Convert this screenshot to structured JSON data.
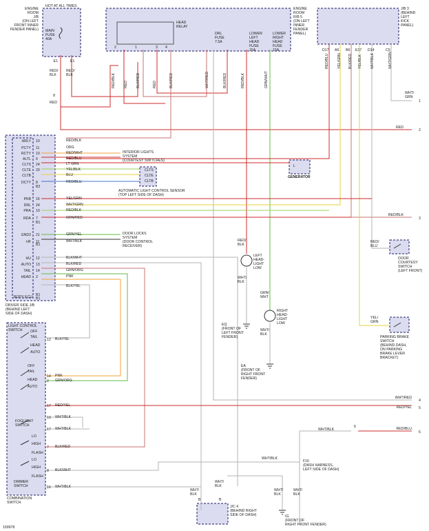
{
  "diagram_id": "159978",
  "colors": {
    "red": "#cc2a2a",
    "gray": "#b3b3b3",
    "orange": "#f2a23a",
    "green": "#66bb44",
    "ltgreen": "#9ad25a",
    "yellow": "#e6d23a",
    "blue": "#3f74c8",
    "black": "#333333",
    "component_fill": "#dcdcf0",
    "component_border": "#1a1a66"
  },
  "top_left": {
    "hot": "HOT AT ALL TIMES",
    "jb_engine_room": [
      "ENGINE",
      "ROOM",
      "J/B",
      "(ON LEFT",
      "FRONT INNER",
      "FENDER PANEL)"
    ],
    "main_fuse": [
      "MAIN",
      "FUSE",
      "40A"
    ],
    "pins": [
      "E1",
      "E1",
      "8"
    ],
    "wires": [
      "RED/BLK",
      "RED/BLK",
      "RED"
    ]
  },
  "top_center": {
    "head_relay": [
      "HEAD",
      "RELAY"
    ],
    "relay_pins": [
      "2",
      "1",
      "3",
      "4"
    ],
    "jb_engine_room": [
      "ENGINE",
      "ROOM",
      "R/B 5",
      "(ON LEFT",
      "INNER",
      "FENDER",
      "PANEL)"
    ],
    "drl_fuse": [
      "DRL",
      "FUSE",
      "7.5A"
    ],
    "lower_left_fuse": [
      "LOWER",
      "LEFT",
      "HEAD",
      "FUSE",
      "15A"
    ],
    "lower_right_fuse": [
      "LOWER",
      "RIGHT",
      "HEAD",
      "FUSE",
      "15A"
    ],
    "wires": [
      "RED/BLK",
      "RED",
      "BLK/RED",
      "RED",
      "BLK/RED",
      "WHT/RED",
      "BLK/RED",
      "RED/BLK",
      "GRN/WHT"
    ]
  },
  "top_right": {
    "jb3": [
      "J/B 3",
      "(BEHIND",
      "LEFT",
      "KICK",
      "PANEL)"
    ],
    "pins": [
      "D17",
      "A5",
      "B6",
      "E17",
      "D14",
      "C5"
    ],
    "wires": [
      "RED/BLU",
      "YEL/GRN",
      "BLK/RED",
      "YEL/BLK",
      "WHT/BLK",
      "WHT/GRN"
    ],
    "side_wire": "WHT/",
    "side_wire2": "GRN"
  },
  "body_ecu": {
    "label": [
      "DRIVER SIDE J/B",
      "(BEHIND LEFT",
      "SIDE OF DASH)"
    ],
    "ecu_label": "BODY ECU",
    "pins": [
      {
        "name": "HRLY",
        "pin": "10",
        "wire": "RED/BLK"
      },
      {
        "name": "PCTY",
        "pin": "11",
        "wire": "ORG"
      },
      {
        "name": "RCTY",
        "pin": "10",
        "wire": "RED/WHT"
      },
      {
        "name": "ALTL",
        "pin": "6",
        "wire": "RED/BLU"
      },
      {
        "name": "CLTS",
        "pin": "24",
        "wire": "LT GRN"
      },
      {
        "name": "CLTE",
        "pin": "20",
        "wire": "YEL/BLK"
      },
      {
        "name": "CLTB",
        "pin": "",
        "wire": "BLU"
      },
      {
        "name": "DCTY",
        "pin": "8",
        "wire": "RED/BLU"
      },
      {
        "name": "PKB",
        "pin": "16",
        "wire": "YEL/GRN"
      },
      {
        "name": "DRL",
        "pin": "24",
        "wire": "WHT/GRN"
      },
      {
        "name": "PRA",
        "pin": "10",
        "wire": "RED/BLK"
      },
      {
        "name": "RDA",
        "pin": "7",
        "wire": "GRN/RED"
      },
      {
        "name": "GND2",
        "pin": "21",
        "wire": "GRN/YEL"
      },
      {
        "name": "HF",
        "pin": "11",
        "wire": "WHT/BLK"
      },
      {
        "name": "HU",
        "pin": "12",
        "wire": "BLK/WHT"
      },
      {
        "name": "AUTO",
        "pin": "13",
        "wire": "BLK/RED"
      },
      {
        "name": "TAIL",
        "pin": "14",
        "wire": "GRN/ORG"
      },
      {
        "name": "HEAD",
        "pin": "2",
        "wire": "PNK"
      }
    ],
    "connectors": [
      "B2",
      "B1",
      "B1",
      "B1",
      "B1"
    ],
    "extra_wire": "BLK/YEL"
  },
  "labels_mid": {
    "interior_lights": [
      "INTERIOR LIGHTS",
      "SYSTEM",
      "(COURTESY SWITCHES)"
    ],
    "generator": "GENERATOR",
    "generator_pin": "L",
    "auto_light": [
      "AUTOMATIC LIGHT CONTROL SENSOR",
      "(TOP LEFT SIDE OF DASH)"
    ],
    "sensor_pins": [
      "CLTS",
      "CLTE",
      "CLTB"
    ],
    "door_locks": [
      "DOOR LOCKS",
      "SYSTEM",
      "(DOOR CONTROL",
      "RECEIVER)"
    ],
    "left_headlight": [
      "LEFT",
      "HEAD-",
      "LIGHT",
      "LOW"
    ],
    "right_headlight": [
      "RIGHT",
      "HEAD-",
      "LIGHT",
      "LOW"
    ],
    "eq": [
      "EQ",
      "(FRONT OF",
      "LEFT FRONT",
      "FENDER)"
    ],
    "ea": [
      "EA",
      "(FRONT OF",
      "RIGHT FRONT",
      "FENDER)"
    ],
    "wire_left_head_top": [
      "RED/",
      "BLK"
    ],
    "wire_left_head_bot": [
      "WHT/",
      "BLK"
    ],
    "wire_right_head_top": [
      "GRN/",
      "WHT"
    ],
    "wire_right_head_bot": [
      "WHT/",
      "BLK"
    ],
    "door_courtesy": [
      "DOOR",
      "COURTESY",
      "SWITCH",
      "(LEFT FRONT)"
    ],
    "door_wire": [
      "RED/",
      "BLU"
    ],
    "parking_brake": [
      "PARKING BRAKE",
      "SWITCH",
      "(BEHIND DASH,",
      "ON PARKING",
      "BRAKE LEVER",
      "BRACKET)"
    ],
    "park_wire": [
      "YEL/",
      "GRN"
    ]
  },
  "right_edge": {
    "wires": [
      "RED",
      "RED/BLK",
      "WHT/RED",
      "RED/YEL",
      "RED/BLU"
    ],
    "nums": [
      "1",
      "2",
      "3",
      "4",
      "5",
      "6"
    ]
  },
  "combo_switch": {
    "light_control": [
      "LIGHT CONTROL",
      "SWITCH"
    ],
    "positions_top": [
      "OFF",
      "TAIL",
      "HEAD",
      "AUTO"
    ],
    "positions_mid": [
      "OFF",
      "TAIL",
      "HEAD",
      "AUTO"
    ],
    "foglight": [
      "FOGLIGHT",
      "SWITCH"
    ],
    "dimmer": [
      "DIMMER",
      "SWITCH"
    ],
    "dimmer_pos": [
      "LO",
      "HIGH",
      "FLASH",
      "LO",
      "HIGH",
      "FLASH"
    ],
    "combination": [
      "COMBINATION",
      "SWITCH"
    ],
    "pins": [
      {
        "pin": "12",
        "wire": "BLK/YEL"
      },
      {
        "pin": "14",
        "wire": "PNK"
      },
      {
        "pin": "2",
        "wire": "GRN/ORG"
      },
      {
        "pin": "17",
        "wire": "RED/YEL"
      },
      {
        "pin": "10",
        "wire": "WHT/BLK"
      },
      {
        "pin": "17",
        "wire": "WHT/BLK"
      },
      {
        "pin": "7",
        "wire": "BLK/RED"
      },
      {
        "pin": "8",
        "wire": "BLK/WHT"
      },
      {
        "pin": "16",
        "wire": "WHT/BLK"
      }
    ]
  },
  "bottom": {
    "jc": [
      "J/C 4",
      "(BEHIND RIGHT",
      "SIDE OF DASH)"
    ],
    "jc_pins": [
      "B",
      "B"
    ],
    "dash_harness": [
      "F16",
      "(DASH HARNESS,",
      "LEFT SIDE OF DASH)"
    ],
    "ig": [
      "IG",
      "(FRONT OF",
      "RIGHT FRONT FENDER)"
    ],
    "wires": [
      "WHT/",
      "BLK",
      "WHT/",
      "BLK",
      "WHT/",
      "BLK",
      "WHT/",
      "BLK"
    ],
    "wht_blk": "WHT/BLK",
    "pin6": "6"
  }
}
